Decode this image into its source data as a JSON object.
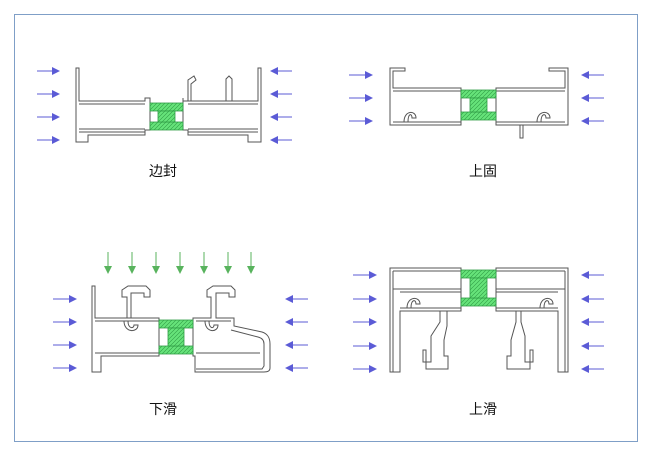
{
  "diagram": {
    "colors": {
      "frame_border": "#7f9fc7",
      "profile_stroke": "#555555",
      "thermal_break_fill": "#66e37a",
      "side_arrow": "#5b5bd6",
      "top_arrow": "#58b35d"
    },
    "panels": [
      {
        "label": "边封"
      },
      {
        "label": "上固"
      },
      {
        "label": "下滑"
      },
      {
        "label": "上滑"
      }
    ]
  }
}
